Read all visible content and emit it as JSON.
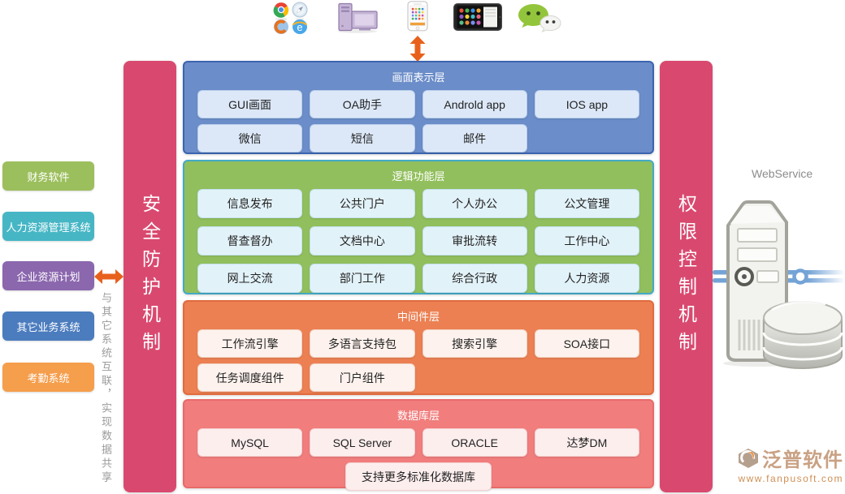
{
  "top_devices": {
    "browsers_icon": "browser-grid-icon (chrome, safari, firefox, ie)",
    "desktop_icon": "desktop-computer-icon",
    "phone_icon": "smartphone-icon",
    "tablet_icon": "tablet-icon",
    "wechat_icon": "wechat-icon"
  },
  "left_systems": [
    {
      "label": "财务软件",
      "color": "#9cbf5d"
    },
    {
      "label": "人力资源管理系统",
      "color": "#46b6c5"
    },
    {
      "label": "企业资源计划",
      "color": "#8b67ae"
    },
    {
      "label": "其它业务系统",
      "color": "#4b7cbe"
    },
    {
      "label": "考勤系统",
      "color": "#f59e4c"
    }
  ],
  "interconnect_note": "与其它系统互联，实现数据共享",
  "security_bar": {
    "label": "安全防护机制",
    "color": "#d9496f"
  },
  "permission_bar": {
    "label": "权限控制机制",
    "color": "#d9496f"
  },
  "layers": [
    {
      "title": "画面表示层",
      "bg": "#6b8dc9",
      "border": "#3b64af",
      "item_bg": "#dce8f8",
      "item_border": "#b9cdeb",
      "rows": [
        [
          "GUI画面",
          "OA助手",
          "Androld app",
          "IOS app"
        ],
        [
          "微信",
          "短信",
          "邮件"
        ]
      ]
    },
    {
      "title": "逻辑功能层",
      "bg": "#92bf5d",
      "border": "#43a9c6",
      "item_bg": "#e2f2f9",
      "item_border": "#c2e2ee",
      "rows": [
        [
          "信息发布",
          "公共门户",
          "个人办公",
          "公文管理"
        ],
        [
          "督查督办",
          "文档中心",
          "审批流转",
          "工作中心"
        ],
        [
          "网上交流",
          "部门工作",
          "综合行政",
          "人力资源"
        ]
      ]
    },
    {
      "title": "中间件层",
      "bg": "#ec8053",
      "border": "#e06b3e",
      "item_bg": "#fdf2ed",
      "item_border": "#f3d3c3",
      "rows": [
        [
          "工作流引擎",
          "多语言支持包",
          "搜索引擎",
          "SOA接口"
        ],
        [
          "任务调度组件",
          "门户组件"
        ]
      ]
    },
    {
      "title": "数据库层",
      "bg": "#f17d7d",
      "border": "#e96a6a",
      "item_bg": "#fdeeee",
      "item_border": "#f5cfcf",
      "rows": [
        [
          "MySQL",
          "SQL Server",
          "ORACLE",
          "达梦DM"
        ]
      ],
      "footer_item": "支持更多标准化数据库"
    }
  ],
  "webservice": {
    "label": "WebService"
  },
  "right_icons": {
    "server_icon": "server-tower-icon",
    "database_icon": "database-stack-icon",
    "cable_icon": "network-cable-line"
  },
  "logo": {
    "brand": "泛普软件",
    "url": "www.fanpusoft.com"
  },
  "colors": {
    "arrow": "#e8611c",
    "cable": "#74a3d6"
  }
}
